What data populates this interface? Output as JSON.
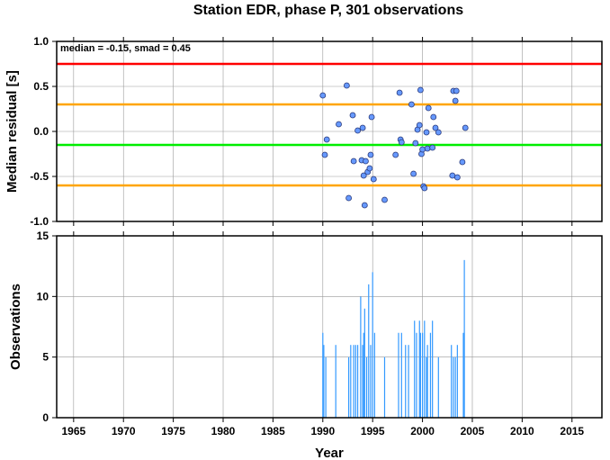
{
  "chart_data": [
    {
      "type": "scatter",
      "title": "Station EDR, phase P, 301 observations",
      "ylabel": "Median residual [s]",
      "xlim": [
        1963.3,
        2018.0
      ],
      "ylim": [
        -1.0,
        1.0
      ],
      "yticks": [
        "1.0",
        "0.5",
        "0.0",
        "-0.5",
        "-1.0"
      ],
      "ytick_values": [
        1.0,
        0.5,
        0.0,
        -0.5,
        -1.0
      ],
      "grid": true,
      "annotation": "median = -0.15, smad = 0.45",
      "reference_lines": [
        {
          "y": 0.75,
          "color": "#ff0000"
        },
        {
          "y": 0.3,
          "color": "#ffa500"
        },
        {
          "y": -0.15,
          "color": "#00ee00"
        },
        {
          "y": -0.6,
          "color": "#ffa500"
        }
      ],
      "marker_color": "#6699ff",
      "points": [
        {
          "x": 1990.0,
          "y": 0.4
        },
        {
          "x": 1990.2,
          "y": -0.26
        },
        {
          "x": 1990.4,
          "y": -0.09
        },
        {
          "x": 1991.6,
          "y": 0.08
        },
        {
          "x": 1992.4,
          "y": 0.51
        },
        {
          "x": 1992.6,
          "y": -0.74
        },
        {
          "x": 1993.0,
          "y": 0.18
        },
        {
          "x": 1993.1,
          "y": -0.33
        },
        {
          "x": 1993.5,
          "y": 0.01
        },
        {
          "x": 1993.9,
          "y": -0.32
        },
        {
          "x": 1994.0,
          "y": 0.04
        },
        {
          "x": 1994.1,
          "y": -0.49
        },
        {
          "x": 1994.2,
          "y": -0.82
        },
        {
          "x": 1994.3,
          "y": -0.33
        },
        {
          "x": 1994.5,
          "y": -0.45
        },
        {
          "x": 1994.7,
          "y": -0.41
        },
        {
          "x": 1994.8,
          "y": -0.26
        },
        {
          "x": 1994.9,
          "y": 0.16
        },
        {
          "x": 1995.1,
          "y": -0.53
        },
        {
          "x": 1996.2,
          "y": -0.76
        },
        {
          "x": 1997.3,
          "y": -0.26
        },
        {
          "x": 1997.7,
          "y": 0.43
        },
        {
          "x": 1997.8,
          "y": -0.09
        },
        {
          "x": 1997.9,
          "y": -0.12
        },
        {
          "x": 1998.9,
          "y": 0.3
        },
        {
          "x": 1999.1,
          "y": -0.47
        },
        {
          "x": 1999.3,
          "y": -0.13
        },
        {
          "x": 1999.5,
          "y": 0.02
        },
        {
          "x": 1999.7,
          "y": 0.07
        },
        {
          "x": 1999.8,
          "y": 0.46
        },
        {
          "x": 1999.9,
          "y": -0.25
        },
        {
          "x": 2000.0,
          "y": -0.2
        },
        {
          "x": 2000.1,
          "y": -0.61
        },
        {
          "x": 2000.2,
          "y": -0.63
        },
        {
          "x": 2000.4,
          "y": -0.01
        },
        {
          "x": 2000.5,
          "y": -0.19
        },
        {
          "x": 2000.6,
          "y": 0.26
        },
        {
          "x": 2001.0,
          "y": -0.18
        },
        {
          "x": 2001.1,
          "y": 0.16
        },
        {
          "x": 2001.3,
          "y": 0.04
        },
        {
          "x": 2001.6,
          "y": -0.01
        },
        {
          "x": 2003.0,
          "y": -0.49
        },
        {
          "x": 2003.1,
          "y": 0.45
        },
        {
          "x": 2003.3,
          "y": 0.34
        },
        {
          "x": 2003.4,
          "y": 0.45
        },
        {
          "x": 2003.5,
          "y": -0.51
        },
        {
          "x": 2004.0,
          "y": -0.34
        },
        {
          "x": 2004.3,
          "y": 0.04
        }
      ]
    },
    {
      "type": "bar",
      "ylabel": "Observations",
      "xlabel": "Year",
      "xlim": [
        1963.3,
        2018.0
      ],
      "ylim": [
        0,
        15
      ],
      "xticks": [
        "1965",
        "1970",
        "1975",
        "1980",
        "1985",
        "1990",
        "1995",
        "2000",
        "2005",
        "2010",
        "2015"
      ],
      "xtick_values": [
        1965,
        1970,
        1975,
        1980,
        1985,
        1990,
        1995,
        2000,
        2005,
        2010,
        2015
      ],
      "yticks": [
        "15",
        "10",
        "5",
        "0"
      ],
      "ytick_values": [
        15,
        10,
        5,
        0
      ],
      "grid": true,
      "bar_color": "#3399ff",
      "bars": [
        {
          "x": 1990.0,
          "y": 7
        },
        {
          "x": 1990.1,
          "y": 6
        },
        {
          "x": 1990.3,
          "y": 5
        },
        {
          "x": 1991.3,
          "y": 6
        },
        {
          "x": 1992.6,
          "y": 5
        },
        {
          "x": 1992.8,
          "y": 6
        },
        {
          "x": 1993.1,
          "y": 6
        },
        {
          "x": 1993.3,
          "y": 6
        },
        {
          "x": 1993.5,
          "y": 6
        },
        {
          "x": 1993.8,
          "y": 10
        },
        {
          "x": 1994.0,
          "y": 6
        },
        {
          "x": 1994.1,
          "y": 7
        },
        {
          "x": 1994.2,
          "y": 9
        },
        {
          "x": 1994.4,
          "y": 5
        },
        {
          "x": 1994.6,
          "y": 11
        },
        {
          "x": 1994.8,
          "y": 6
        },
        {
          "x": 1995.0,
          "y": 12
        },
        {
          "x": 1995.2,
          "y": 7
        },
        {
          "x": 1996.2,
          "y": 5
        },
        {
          "x": 1997.6,
          "y": 7
        },
        {
          "x": 1997.9,
          "y": 7
        },
        {
          "x": 1998.3,
          "y": 6
        },
        {
          "x": 1998.6,
          "y": 6
        },
        {
          "x": 1999.2,
          "y": 8
        },
        {
          "x": 1999.4,
          "y": 7
        },
        {
          "x": 1999.7,
          "y": 8
        },
        {
          "x": 1999.8,
          "y": 7
        },
        {
          "x": 2000.0,
          "y": 7
        },
        {
          "x": 2000.2,
          "y": 8
        },
        {
          "x": 2000.4,
          "y": 5
        },
        {
          "x": 2000.5,
          "y": 6
        },
        {
          "x": 2000.8,
          "y": 7
        },
        {
          "x": 2001.0,
          "y": 8
        },
        {
          "x": 2001.6,
          "y": 5
        },
        {
          "x": 2002.9,
          "y": 6
        },
        {
          "x": 2003.1,
          "y": 5
        },
        {
          "x": 2003.3,
          "y": 5
        },
        {
          "x": 2003.5,
          "y": 6
        },
        {
          "x": 2004.1,
          "y": 7
        },
        {
          "x": 2004.2,
          "y": 13
        }
      ]
    }
  ]
}
